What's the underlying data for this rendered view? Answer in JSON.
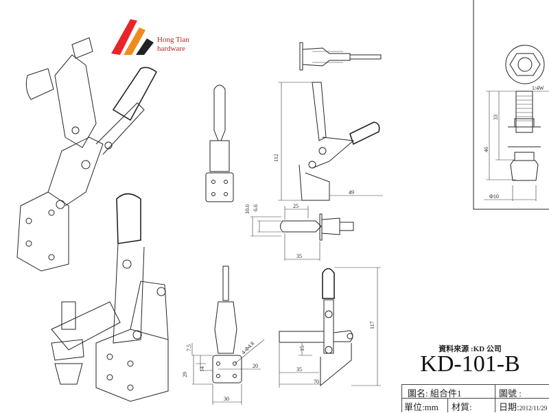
{
  "logo": {
    "line1": "Hong Tian",
    "line2": "hardware",
    "colors": [
      "#e8262a",
      "#f08a1c",
      "#222222"
    ]
  },
  "title_block": {
    "source": "資料來源 :KD 公司",
    "drawing_code": "KD-101-B",
    "name_label": "圖名: 組合件1",
    "number_label": "圖號 :",
    "unit_label": "單位:mm",
    "material_label": "材質:",
    "date_label": "日期:",
    "date_value": "2012/11/29"
  },
  "dimensions": {
    "side_top": {
      "height": "112",
      "reach": "49"
    },
    "plan_view": {
      "width_25": "25",
      "d10_6": "10.6",
      "d6_6": "6.6",
      "length_35": "35"
    },
    "front_lower": {
      "d7_5": "7.5",
      "d14": "14",
      "d29": "29",
      "holes": "4-Φ4.8",
      "d20": "20",
      "d30": "30"
    },
    "side_lower": {
      "height": "117",
      "d15": "15",
      "d35": "35",
      "d70": "70"
    },
    "spindle": {
      "thread": "1/4W",
      "d33": "33",
      "d46": "46",
      "dia": "Φ10"
    }
  }
}
